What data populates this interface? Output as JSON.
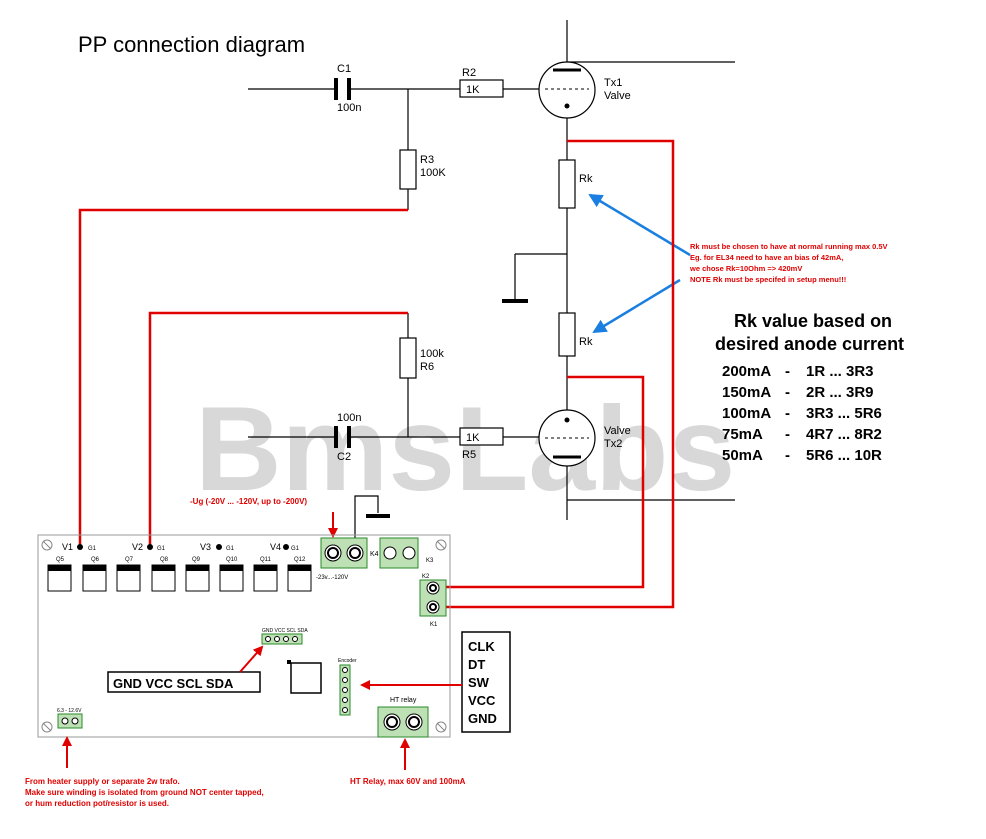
{
  "title": "PP connection diagram",
  "watermark": "BmsLabs",
  "components": {
    "c1": {
      "name": "C1",
      "value": "100n"
    },
    "c2": {
      "name": "C2",
      "value": "100n"
    },
    "r2": {
      "name": "R2",
      "value": "1K"
    },
    "r3": {
      "name": "R3",
      "value": "100K"
    },
    "r5": {
      "name": "R5",
      "value": "1K"
    },
    "r6": {
      "name": "R6",
      "value": "100k"
    },
    "rk1": "Rk",
    "rk2": "Rk",
    "tx1": [
      "Tx1",
      "Valve"
    ],
    "tx2": [
      "Valve",
      "Tx2"
    ]
  },
  "notes": {
    "rk_note": [
      "Rk must be chosen to have at normal running max 0.5V",
      "Eg. for EL34 need to have an bias of 42mA,",
      "we chose Rk=10Ohm => 420mV",
      "NOTE Rk must be specifed in setup menu!!!"
    ],
    "ug_label": "-Ug (-20V ... -120V, up to -200V)",
    "heater_note": [
      "From heater supply or separate 2w trafo.",
      "Make sure winding is isolated from ground NOT center tapped,",
      "or hum reduction pot/resistor is used."
    ],
    "ht_note": "HT Relay, max 60V and 100mA"
  },
  "rk_table": {
    "heading": [
      "Rk value based on",
      "desired anode current"
    ],
    "rows": [
      [
        "200mA",
        "-",
        "1R ... 3R3"
      ],
      [
        "150mA",
        "-",
        "2R ... 3R9"
      ],
      [
        "100mA",
        "-",
        "3R3 ... 5R6"
      ],
      [
        "75mA",
        "-",
        "4R7 ... 8R2"
      ],
      [
        "50mA",
        "-",
        "5R6 ... 10R"
      ]
    ]
  },
  "i2c_label": "GND VCC SCL SDA",
  "encoder_labels": [
    "CLK",
    "DT",
    "SW",
    "VCC",
    "GND"
  ],
  "board": {
    "v_labels": [
      "V1",
      "V2",
      "V3",
      "V4"
    ],
    "g_labels": [
      "G1",
      "G1",
      "G1",
      "G1"
    ],
    "q_labels": [
      "Q5",
      "Q6",
      "Q7",
      "Q8",
      "Q9",
      "Q10",
      "Q11",
      "Q12"
    ],
    "ug_range": "-23v...-120V",
    "k4": "K4",
    "k2": "K2",
    "k3": "K3",
    "k1": "K1",
    "heater_range": "6.3 - 12.6V",
    "ht_relay": "HT relay",
    "encoder": "Encoder",
    "i2c_small": "GND VCC SCL SDA"
  },
  "colors": {
    "wire_red": "#e00000",
    "wire_black": "#000000",
    "arrow_blue": "#1a7fe0",
    "board_green": "#2a8a2a"
  }
}
